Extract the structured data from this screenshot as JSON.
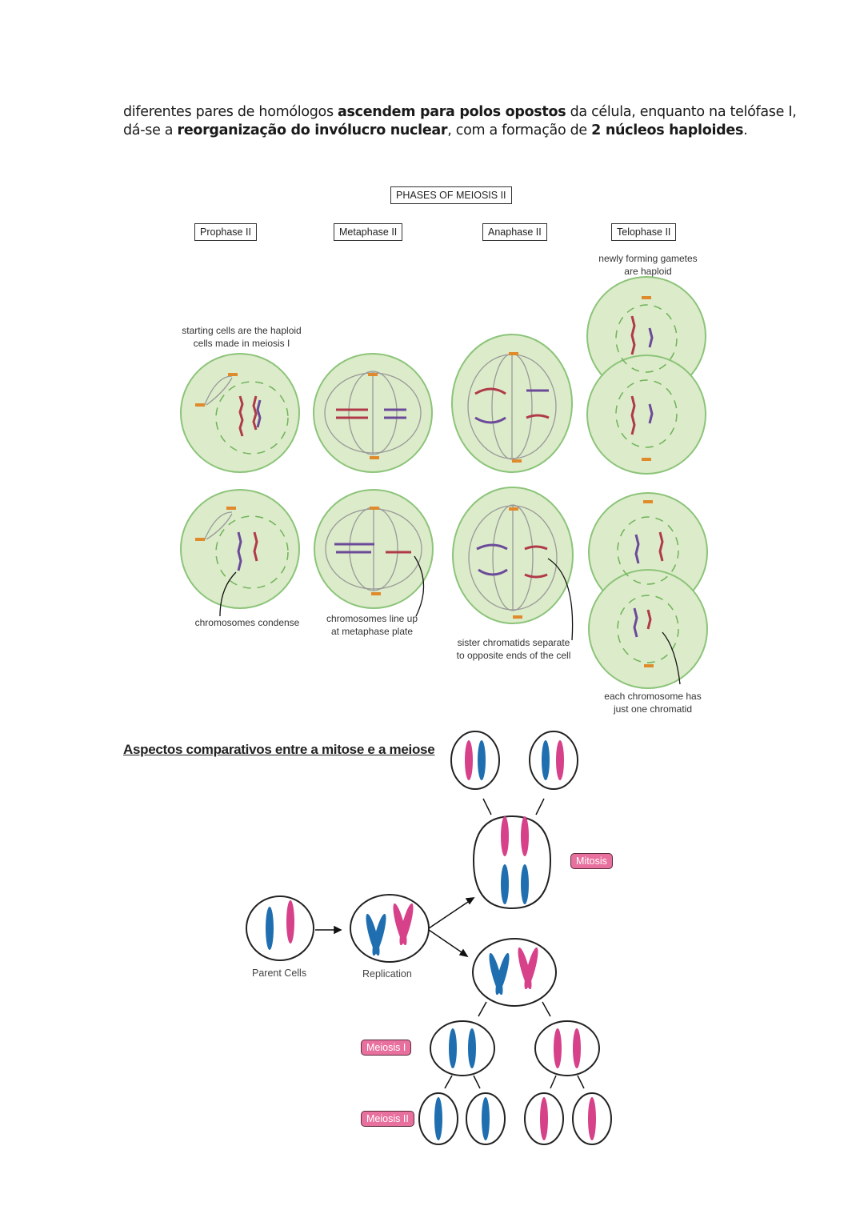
{
  "paragraph": {
    "line1": [
      "diferentes pares de homólogos ",
      "ascendem para polos opostos",
      " da célula, enquanto na telófase I,"
    ],
    "line2": [
      "dá-se a ",
      "reorganização do invólucro nuclear",
      ", com a formação de ",
      "2 núcleos haploides",
      "."
    ]
  },
  "meiosis2": {
    "title": "PHASES OF MEIOSIS II",
    "phases": [
      "Prophase II",
      "Metaphase II",
      "Anaphase II",
      "Telophase II"
    ],
    "notes": {
      "telophase_top": [
        "newly forming gametes",
        "are haploid"
      ],
      "prophase_top": [
        "starting cells are the haploid",
        "cells made in meiosis I"
      ],
      "prophase_bottom": [
        "chromosomes condense"
      ],
      "metaphase_bottom": [
        "chromosomes line up",
        "at metaphase plate"
      ],
      "anaphase_bottom": [
        "sister chromatids separate",
        "to opposite ends of the cell"
      ],
      "telophase_bottom": [
        "each chromosome has",
        "just one chromatid"
      ]
    }
  },
  "comparison": {
    "heading": "Aspectos comparativos entre a mitose e a meiose",
    "labels": {
      "parent": "Parent Cells",
      "replication": "Replication",
      "mitosis": "Mitosis",
      "meiosis1": "Meiosis I",
      "meiosis2": "Meiosis II"
    },
    "colors": {
      "blue": "#1f6fb0",
      "pink": "#d6418a",
      "cell_green": "#dcebc9",
      "tag": "#e8709e"
    }
  }
}
